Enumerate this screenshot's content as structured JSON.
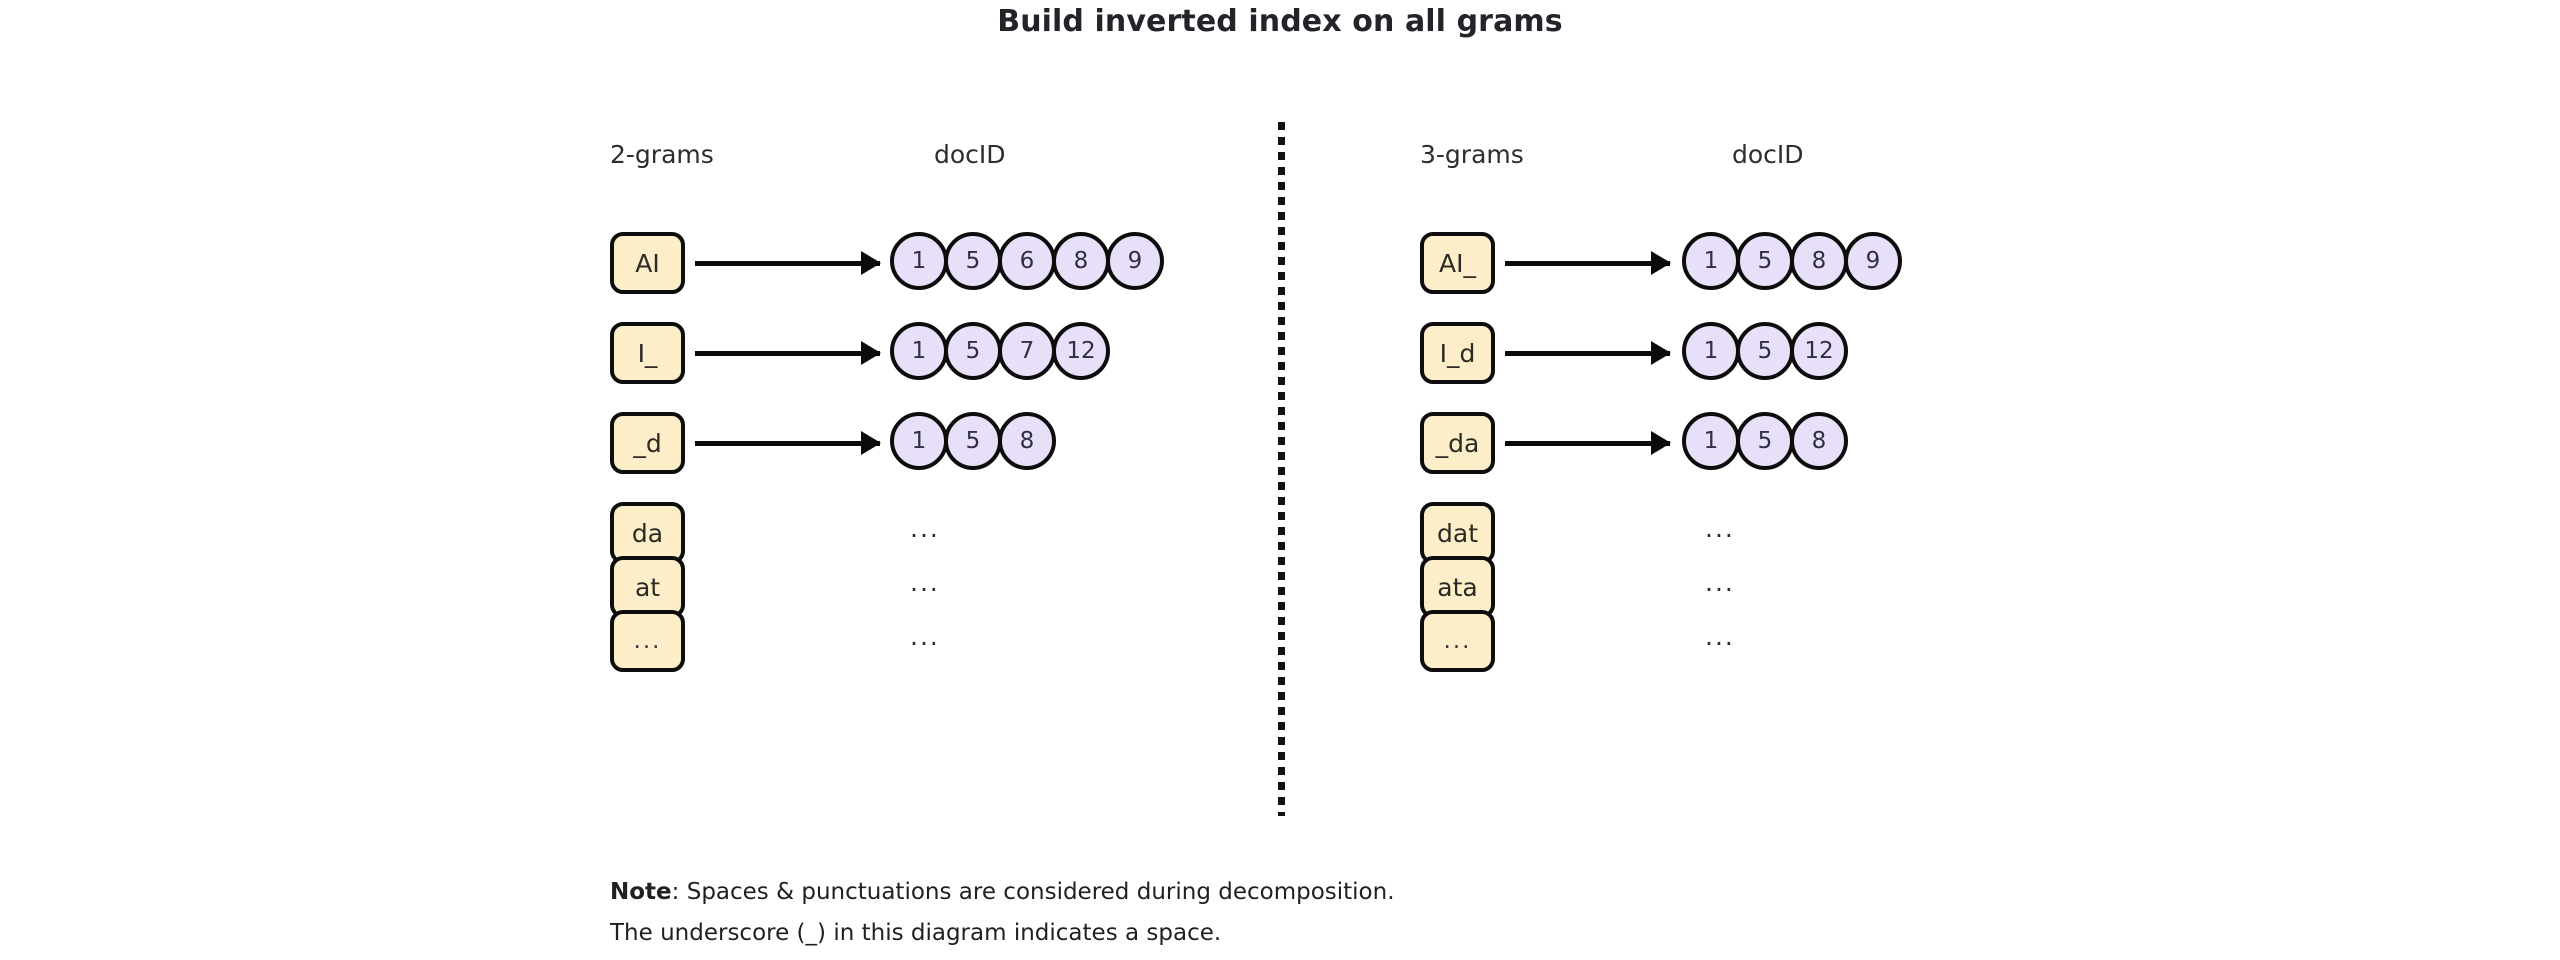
{
  "title": "Build inverted index on all grams",
  "panels": [
    {
      "id": "two-grams",
      "gram_header": "2-grams",
      "docid_header": "docID",
      "rows": [
        {
          "gram": "AI",
          "docids": [
            "1",
            "5",
            "6",
            "8",
            "9"
          ],
          "placeholder": ""
        },
        {
          "gram": "I_",
          "docids": [
            "1",
            "5",
            "7",
            "12"
          ],
          "placeholder": ""
        },
        {
          "gram": "_d",
          "docids": [
            "1",
            "5",
            "8"
          ],
          "placeholder": ""
        },
        {
          "gram": "da",
          "docids": [],
          "placeholder": "..."
        },
        {
          "gram": "at",
          "docids": [],
          "placeholder": "..."
        },
        {
          "gram": "...",
          "docids": [],
          "placeholder": "..."
        }
      ]
    },
    {
      "id": "three-grams",
      "gram_header": "3-grams",
      "docid_header": "docID",
      "rows": [
        {
          "gram": "AI_",
          "docids": [
            "1",
            "5",
            "8",
            "9"
          ],
          "placeholder": ""
        },
        {
          "gram": "I_d",
          "docids": [
            "1",
            "5",
            "12"
          ],
          "placeholder": ""
        },
        {
          "gram": "_da",
          "docids": [
            "1",
            "5",
            "8"
          ],
          "placeholder": ""
        },
        {
          "gram": "dat",
          "docids": [],
          "placeholder": "..."
        },
        {
          "gram": "ata",
          "docids": [],
          "placeholder": "..."
        },
        {
          "gram": "...",
          "docids": [],
          "placeholder": "..."
        }
      ]
    }
  ],
  "note": {
    "label": "Note",
    "line1": ": Spaces & punctuations are considered during decomposition.",
    "line2": "The underscore (_) in this diagram indicates a space."
  },
  "colors": {
    "gram_fill": "#fbeec9",
    "circle_fill": "#e8dff8",
    "stroke": "#0d0d0d",
    "text": "#25262b",
    "background": "#ffffff"
  }
}
